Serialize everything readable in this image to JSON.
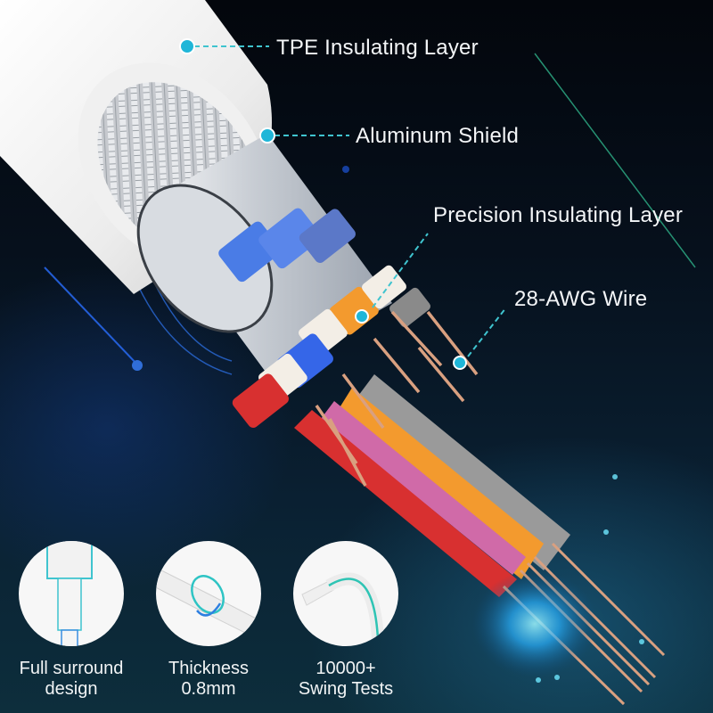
{
  "diagram": {
    "type": "cable-cross-section-infographic",
    "colors": {
      "background_top": "#03060c",
      "background_bottom": "#0d2e3c",
      "callout_dot": "#1fb6d8",
      "callout_line": "#3fc4cf",
      "jacket": "#f2f2f2",
      "shield": "#c9ccd1",
      "wire_blue": "#3d6fe0",
      "wire_red": "#d83030",
      "wire_orange": "#f39a2e",
      "wire_gray": "#9a9a9a",
      "wire_pink": "#d06aa8",
      "copper": "#d9a080"
    },
    "callouts": [
      {
        "id": "tpe",
        "label": "TPE Insulating Layer"
      },
      {
        "id": "shield",
        "label": "Aluminum Shield"
      },
      {
        "id": "precision",
        "label": "Precision Insulating Layer"
      },
      {
        "id": "awg",
        "label": "28-AWG Wire"
      }
    ]
  },
  "features": [
    {
      "icon": "cable-connector-outline-icon",
      "line1": "Full surround",
      "line2": "design"
    },
    {
      "icon": "cable-thickness-ring-icon",
      "line1": "Thickness",
      "line2": "0.8mm"
    },
    {
      "icon": "cable-bend-swing-icon",
      "line1": "10000+",
      "line2": "Swing Tests"
    }
  ]
}
